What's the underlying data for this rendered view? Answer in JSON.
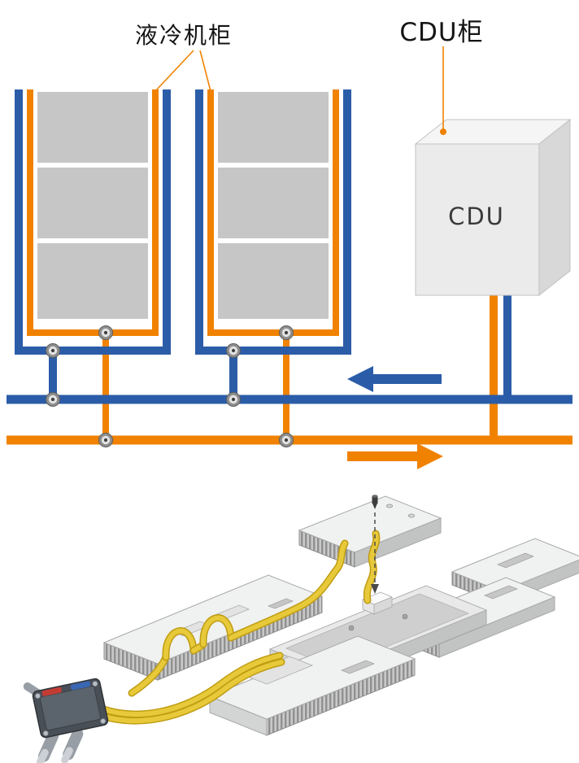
{
  "diagram": {
    "labels": {
      "cooling_cabinet": "液冷机柜",
      "cdu_cabinet": "CDU柜",
      "cdu_unit": "CDU"
    },
    "flow": {
      "supply_arrow_direction": "left",
      "return_arrow_direction": "right"
    },
    "colors": {
      "pipe_blue": "#2B5CA8",
      "pipe_orange": "#F08200",
      "server_gray": "#C6C6C6",
      "tube_yellow": "#E7C93A"
    },
    "cabinet_count": 2
  }
}
